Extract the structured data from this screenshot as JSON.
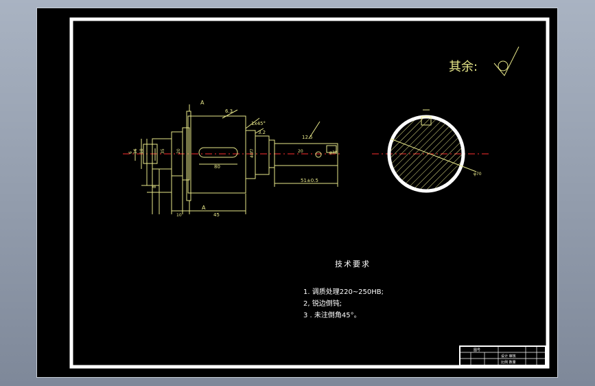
{
  "drawing": {
    "roughness_label": "其余:",
    "section_label_a_top": "A",
    "section_label_a_bottom": "A",
    "tech_title": "技术要求",
    "tech_items": [
      "1.  调质处理220~250HB;",
      "2, 锐边倒钝;",
      "3 . 未注倒角45°。"
    ],
    "dims": {
      "d_63": "6.3",
      "chamfer": "1x45°",
      "d_32": "3.2",
      "d_126": "12.5",
      "key_len": "80",
      "len_45": "45",
      "len_51": "51±0.5",
      "dia_70": "φ70",
      "dia_40": "40f7",
      "dia_phi": "φ38",
      "d_16": "16",
      "d_18": "18",
      "d_35": "35",
      "d_10": "10",
      "d_8": "8",
      "d_20": "20",
      "key_w": "20",
      "d_6": "6"
    },
    "title_block": {
      "row1": "图号",
      "row2": "设计 审核",
      "row3": "比例 数量"
    },
    "colors": {
      "background": "#000000",
      "frame": "#ffffff",
      "lines": "#e8e88a",
      "centerline": "#ff3030",
      "hatch": "#e8e88a"
    }
  }
}
